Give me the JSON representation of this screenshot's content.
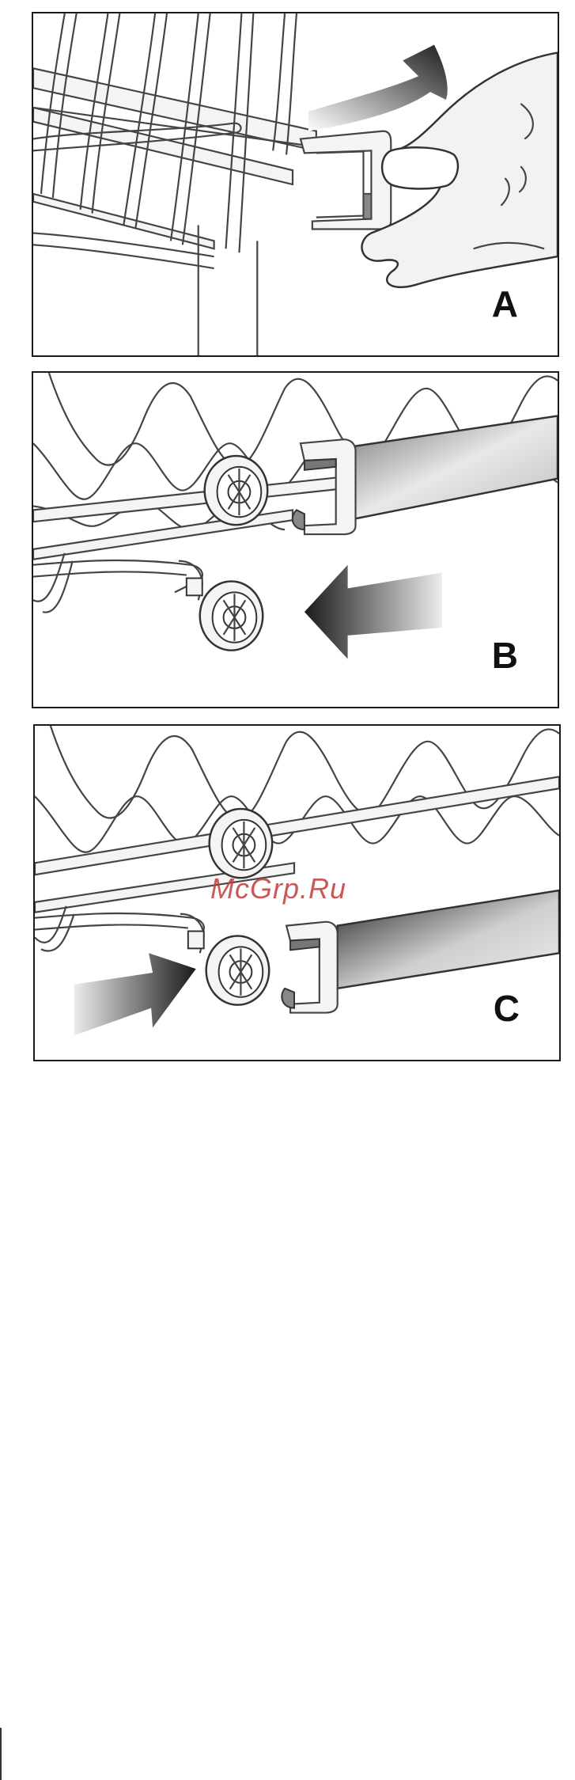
{
  "panels": [
    {
      "letter": "A"
    },
    {
      "letter": "B"
    },
    {
      "letter": "C"
    }
  ],
  "watermark": "McGrp.Ru",
  "colors": {
    "line": "#444444",
    "arrow_dark": "#222222",
    "watermark": "#c33b3b"
  }
}
